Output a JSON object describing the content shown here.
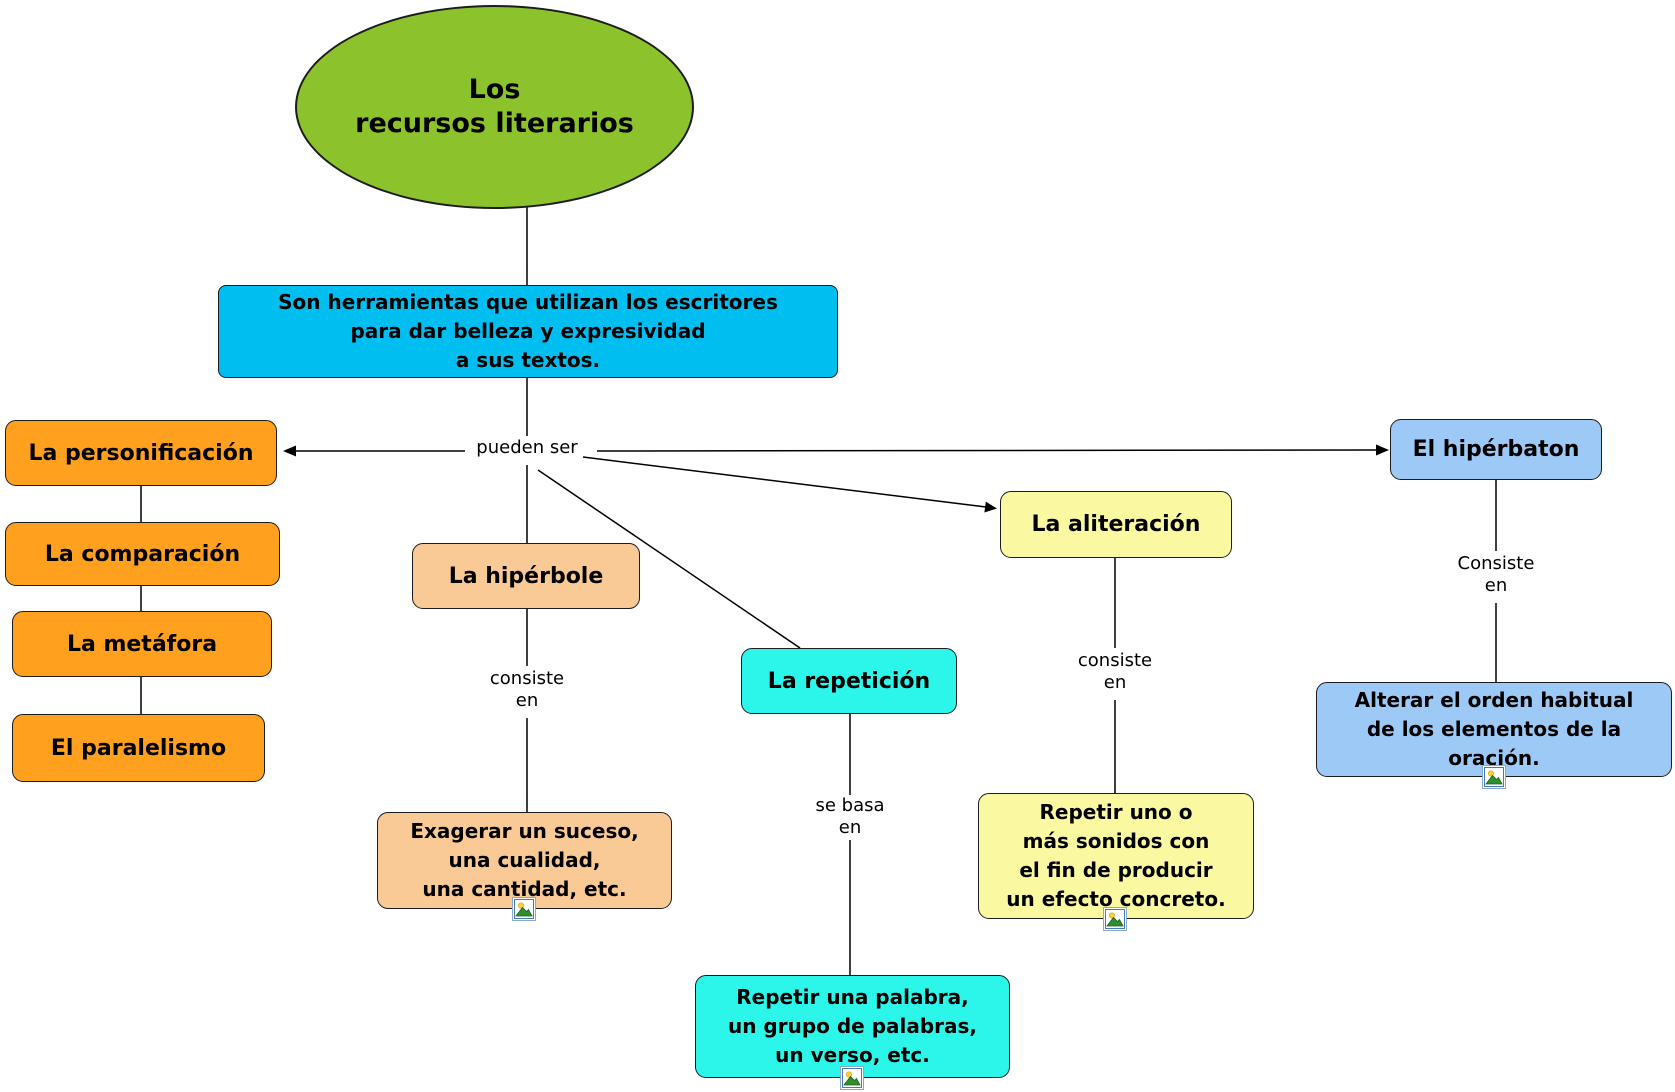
{
  "colors": {
    "green": "#8CC32D",
    "cyan-def": "#00BEF0",
    "orange": "#FFA01E",
    "peach": "#FACA96",
    "aqua": "#2CF6E9",
    "yellow": "#FAF8A0",
    "blue": "#9CC9F5"
  },
  "root": {
    "label": "Los\nrecursos literarios"
  },
  "definition": {
    "label": "Son herramientas que utilizan los escritores\npara dar belleza y expresividad\na sus textos."
  },
  "link_labels": {
    "pueden_ser": "pueden ser",
    "consiste_en_hiperbole": "consiste\nen",
    "se_basa_en": "se basa\nen",
    "consiste_en_aliteracion": "consiste\nen",
    "consiste_en_hiperbaton": "Consiste\nen"
  },
  "concepts": {
    "personificacion": {
      "label": "La personificación"
    },
    "comparacion": {
      "label": "La comparación"
    },
    "metafora": {
      "label": "La metáfora"
    },
    "paralelismo": {
      "label": "El paralelismo"
    },
    "hiperbole": {
      "label": "La hipérbole"
    },
    "repeticion": {
      "label": "La repetición"
    },
    "aliteracion": {
      "label": "La aliteración"
    },
    "hiperbaton": {
      "label": "El hipérbaton"
    },
    "hiperbole_def": {
      "label": "Exagerar un suceso,\nuna cualidad,\nuna cantidad, etc."
    },
    "repeticion_def": {
      "label": "Repetir una palabra,\nun grupo de palabras,\nun verso, etc."
    },
    "aliteracion_def": {
      "label": "Repetir uno o\nmás sonidos con\nel fin de producir\nun efecto concreto."
    },
    "hiperbaton_def": {
      "label": "Alterar el orden habitual\nde los elementos de la\noración."
    }
  },
  "icons": {
    "resource": "image-resource-icon"
  }
}
